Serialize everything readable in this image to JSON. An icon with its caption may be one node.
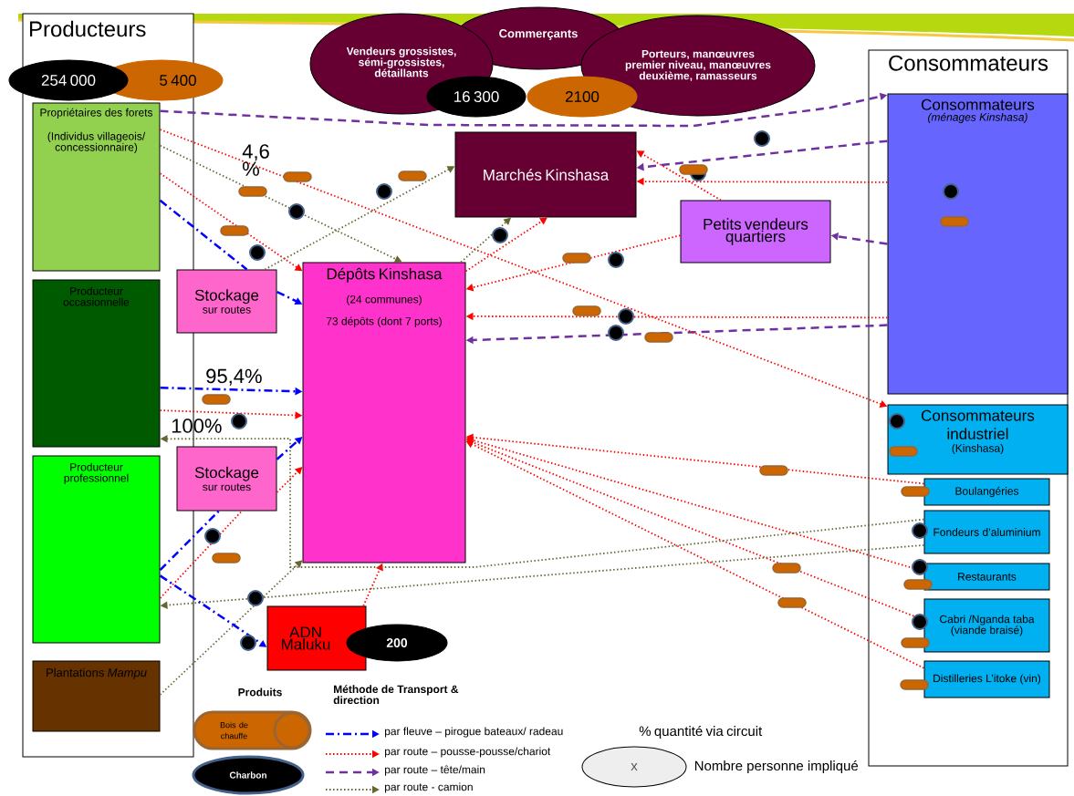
{
  "diagram": {
    "nodes": [
      {
        "text": [
          "Producteurs"
        ]
      },
      {
        "text": [
          "254 000"
        ]
      },
      {
        "text": [
          "5 400"
        ]
      },
      {
        "text": [
          "Propriétaires des forets",
          "(Individus villageois/ concessionnaire)"
        ],
        "in": 0
      },
      {
        "text": [
          "Producteur occasionnelle"
        ],
        "in": 0
      },
      {
        "text": [
          "Producteur professionnel"
        ],
        "in": 0
      },
      {
        "text": [
          "Plantations *Mampu*"
        ],
        "in": 0
      },
      {
        "text": [
          "Stockage",
          "sur routes"
        ]
      },
      {
        "text": [
          "Stockage",
          "sur routes"
        ]
      },
      {
        "text": [
          "Dépôts Kinshasa",
          "(24 communes)",
          "73 dépôts (dont 7 ports)"
        ]
      },
      {
        "text": [
          "Vendeurs grossistes, sémi-grossistes, détaillants"
        ]
      },
      {
        "text": [
          "Commerçants"
        ]
      },
      {
        "text": [
          "Porteurs, manœuvres premier niveau, manœuvres deuxième, ramasseurs"
        ]
      },
      {
        "text": [
          "Marchés Kinshasa"
        ]
      },
      {
        "text": [
          "16 300"
        ]
      },
      {
        "text": [
          "2100"
        ]
      },
      {
        "text": [
          "Petits vendeurs quartiers"
        ]
      },
      {
        "text": [
          "ADN Maluku"
        ]
      },
      {
        "text": [
          "200"
        ]
      },
      {
        "text": [
          "Consommateurs"
        ]
      },
      {
        "text": [
          "Consommateurs",
          "(ménages Kinshasa)"
        ],
        "in": 19
      },
      {
        "text": [
          "Consommateurs industriel",
          "(Kinshasa)"
        ],
        "in": 19
      },
      {
        "text": [
          "Boulangéries"
        ],
        "in": 19
      },
      {
        "text": [
          "Fondeurs d’aluminium"
        ],
        "in": 19
      },
      {
        "text": [
          "Restaurants"
        ],
        "in": 19
      },
      {
        "text": [
          "Cabri /Nganda taba (viande braisé)"
        ],
        "in": 19
      },
      {
        "text": [
          "Distilleries L’itoke (vin)"
        ],
        "in": 19
      },
      {
        "text": [
          "Bois de chauffe"
        ]
      },
      {
        "text": [
          "Charbon"
        ]
      },
      {
        "text": [
          "x"
        ],
        "beside": [
          "Nombre personne impliqué"
        ]
      }
    ],
    "edges": [
      {
        "from": 3,
        "to": 20,
        "arrow": "to",
        "style": "dashed",
        "color": "#7030a0"
      },
      {
        "from": 20,
        "to": 13,
        "arrow": "to",
        "style": "dashed",
        "color": "#7030a0"
      },
      {
        "from": 20,
        "to": 16,
        "arrow": "to",
        "style": "dashed",
        "color": "#7030a0"
      },
      {
        "from": 20,
        "to": 9,
        "arrow": "to",
        "style": "dashed",
        "color": "#7030a0"
      },
      {
        "from": 3,
        "to": 9,
        "arrow": "to"
      },
      {
        "from": 3,
        "to": 21,
        "arrow": "to"
      },
      {
        "from": 16,
        "to": 13,
        "arrow": "to"
      },
      {
        "from": 20,
        "to": 13,
        "arrow": "to"
      },
      {
        "from": 16,
        "to": 9,
        "arrow": "to"
      },
      {
        "from": 20,
        "to": 9,
        "arrow": "to"
      },
      {
        "from": 4,
        "to": 9,
        "arrow": "to"
      },
      {
        "from": 5,
        "to": 8,
        "arrow": "none"
      },
      {
        "from": 8,
        "to": 9,
        "arrow": "to"
      },
      {
        "from": 17,
        "to": 9,
        "arrow": "to"
      },
      {
        "from": 9,
        "to": 13,
        "arrow": "to"
      },
      {
        "from": 22,
        "to": 9,
        "arrow": "to"
      },
      {
        "from": 24,
        "to": 9,
        "arrow": "to"
      },
      {
        "from": 25,
        "to": 9,
        "arrow": "to"
      },
      {
        "from": 26,
        "to": 9,
        "arrow": "to"
      },
      {
        "from": 3,
        "to": 9,
        "arrow": "to",
        "color": "#666633"
      },
      {
        "from": 7,
        "to": 13,
        "arrow": "to",
        "color": "#666633"
      },
      {
        "from": 9,
        "to": 13,
        "arrow": "to",
        "color": "#666633"
      },
      {
        "from": 23,
        "to": 4,
        "arrow": "to",
        "color": "#666633"
      },
      {
        "from": 23,
        "to": 5,
        "arrow": "to",
        "color": "#666633"
      },
      {
        "from": 6,
        "to": 9,
        "arrow": "to",
        "color": "#666633"
      },
      {
        "from": 4,
        "to": 9,
        "arrow": "to",
        "style": "dashed",
        "color": "#0000ff"
      },
      {
        "from": 3,
        "to": 7,
        "arrow": "none",
        "style": "dashed",
        "color": "#0000ff"
      },
      {
        "from": 7,
        "to": 9,
        "arrow": "to",
        "style": "dashed",
        "color": "#0000ff"
      },
      {
        "from": 5,
        "to": 8,
        "arrow": "none",
        "style": "dashed",
        "color": "#0000ff"
      },
      {
        "from": 8,
        "to": 9,
        "arrow": "to",
        "style": "dashed",
        "color": "#0000ff"
      },
      {
        "from": 5,
        "to": 17,
        "arrow": "to",
        "style": "dashed",
        "color": "#0000ff"
      }
    ],
    "labels": [
      "4,6 %",
      "95,4%",
      "100%",
      "Produits",
      "Méthode de Transport & direction",
      "% quantité via circuit"
    ],
    "legend": [
      {
        "text": "par fleuve – pirogue bateaux/ radeau"
      },
      {
        "text": "par route – pousse-pousse/chariot"
      },
      {
        "text": "par route – tête/main"
      },
      {
        "text": "par route - camion"
      }
    ]
  }
}
